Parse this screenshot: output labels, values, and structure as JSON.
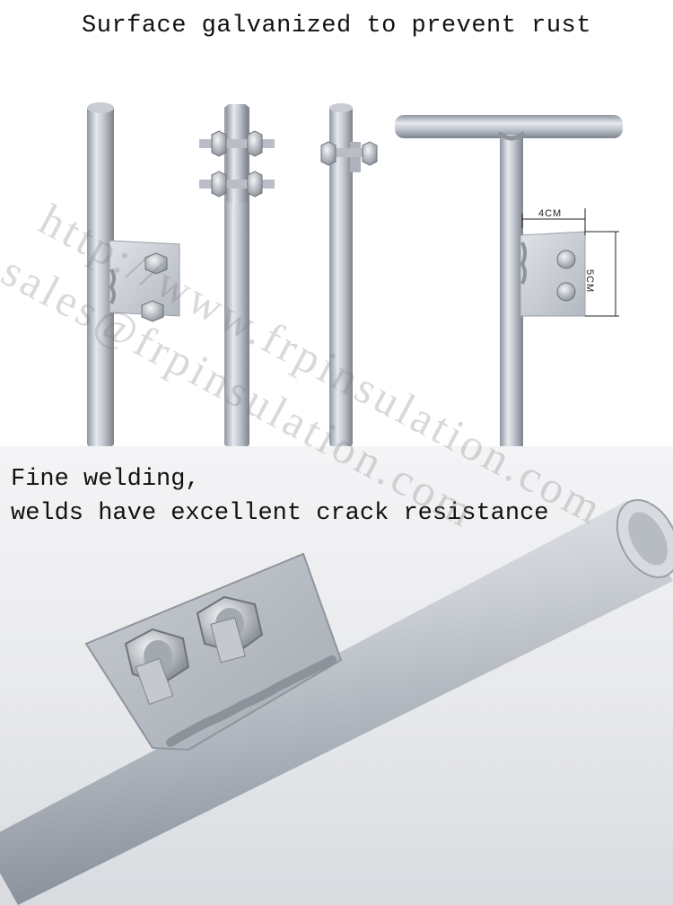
{
  "top": {
    "heading": "Surface galvanized to prevent rust",
    "dimension_width": "4CM",
    "dimension_height": "5CM"
  },
  "bottom": {
    "caption_line1": "Fine welding,",
    "caption_line2": "welds have excellent crack resistance"
  },
  "watermark": {
    "url": "http://www.frpinsulation.com",
    "email": "sales@frpinsulation.com"
  }
}
